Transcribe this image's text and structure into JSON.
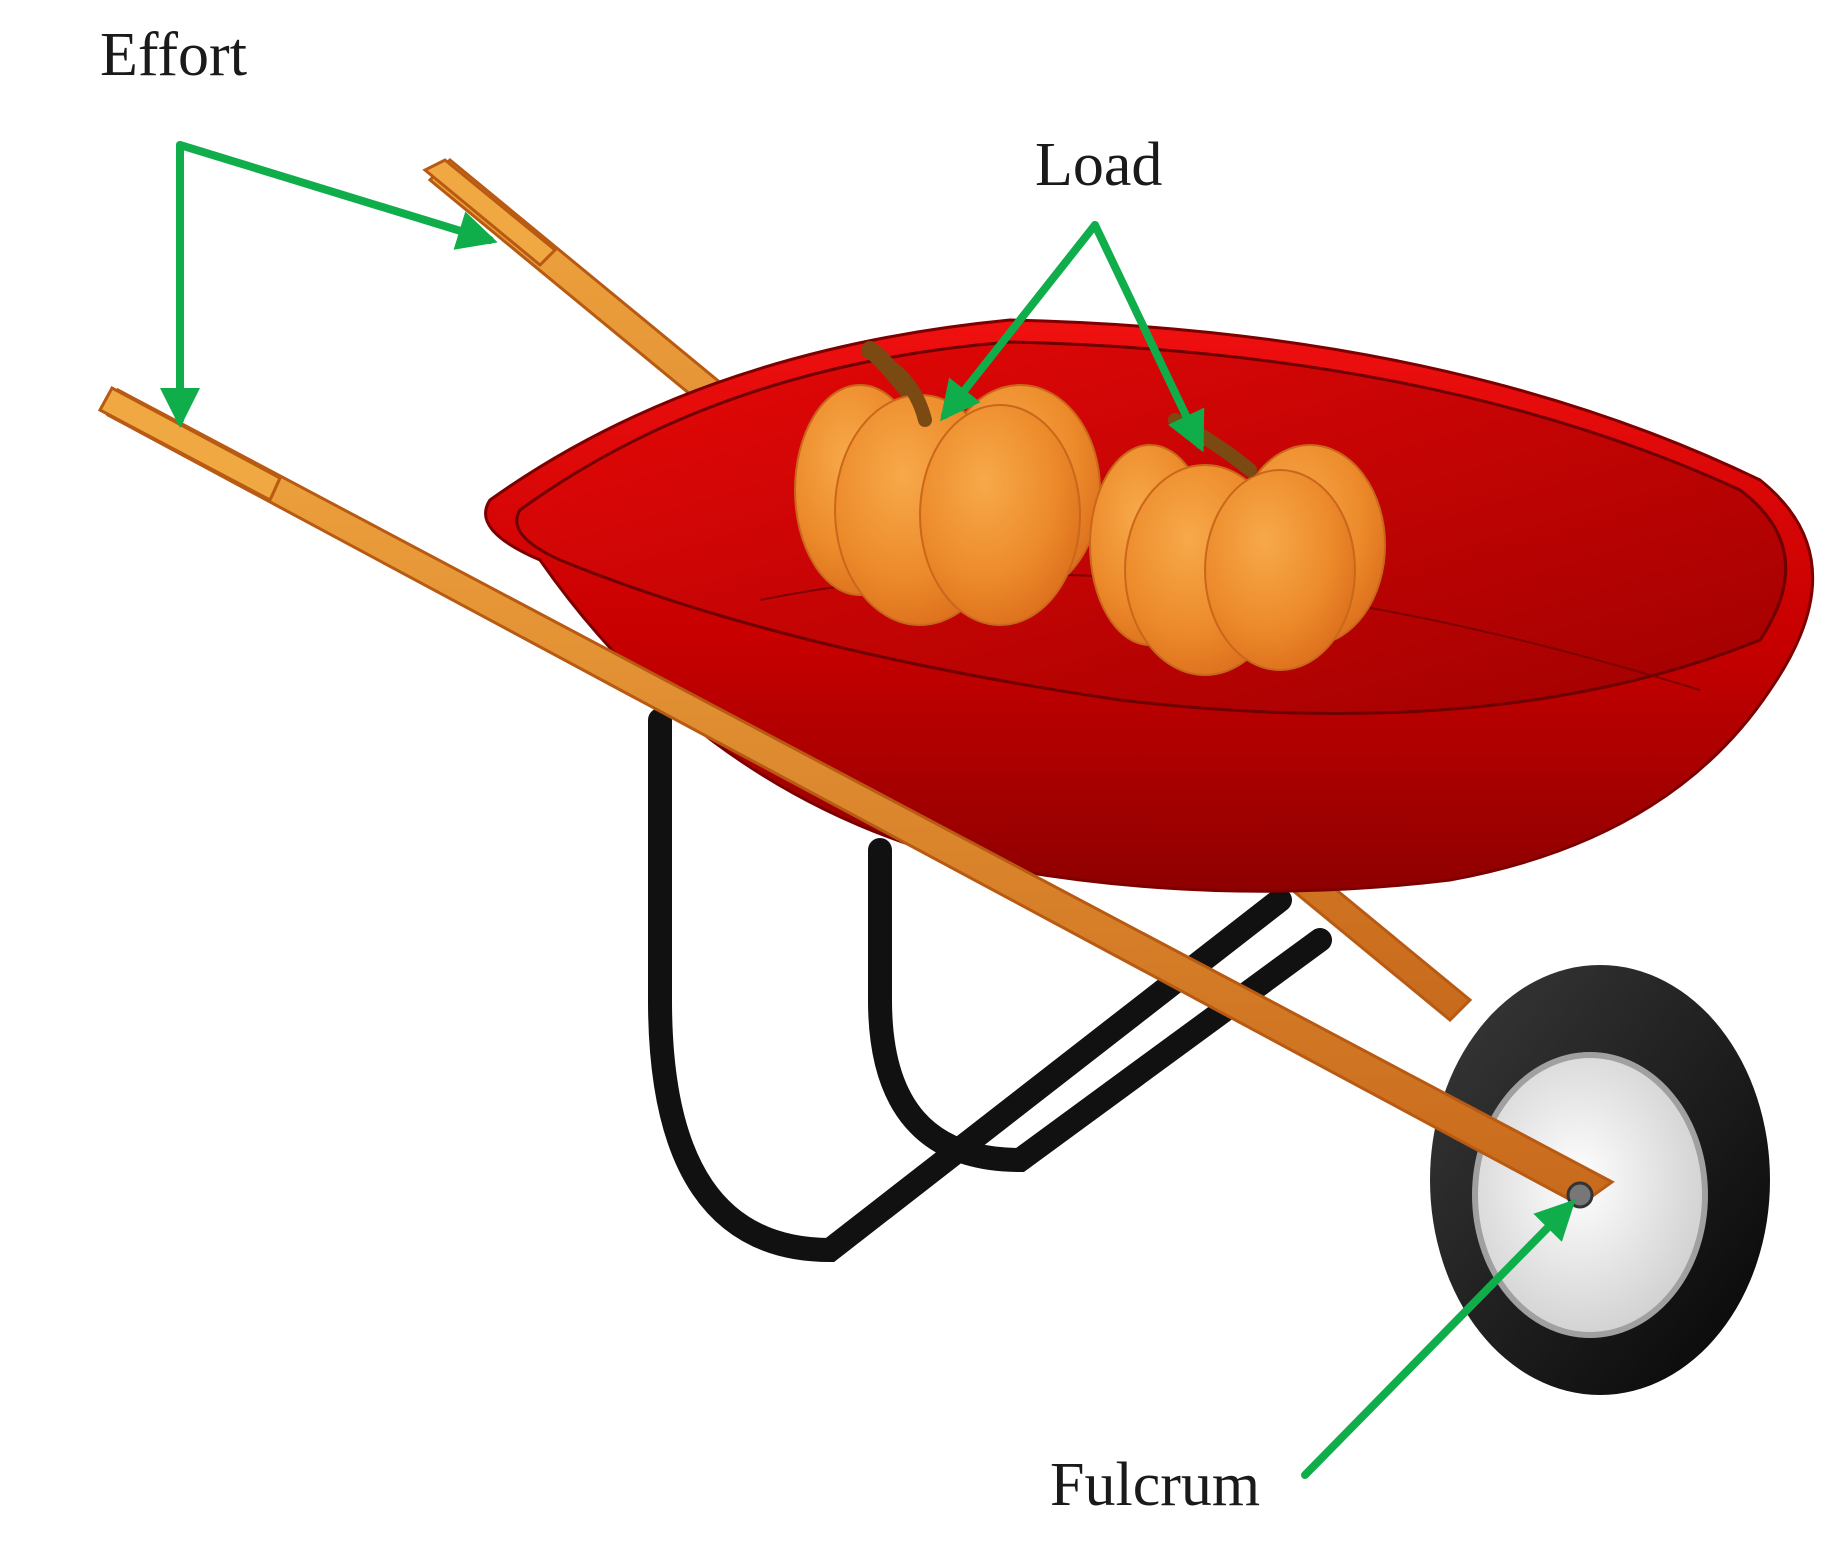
{
  "labels": {
    "effort": "Effort",
    "load": "Load",
    "fulcrum": "Fulcrum"
  },
  "colors": {
    "arrow": "#0fae4b",
    "tray": "#d50000",
    "handle": "#e8932e",
    "pumpkin": "#ec8a2a",
    "legs": "#111111",
    "tire": "#141414",
    "hub": "#ededed"
  },
  "icons": {
    "object": "wheelbarrow-icon",
    "load": "pumpkin-icon"
  }
}
